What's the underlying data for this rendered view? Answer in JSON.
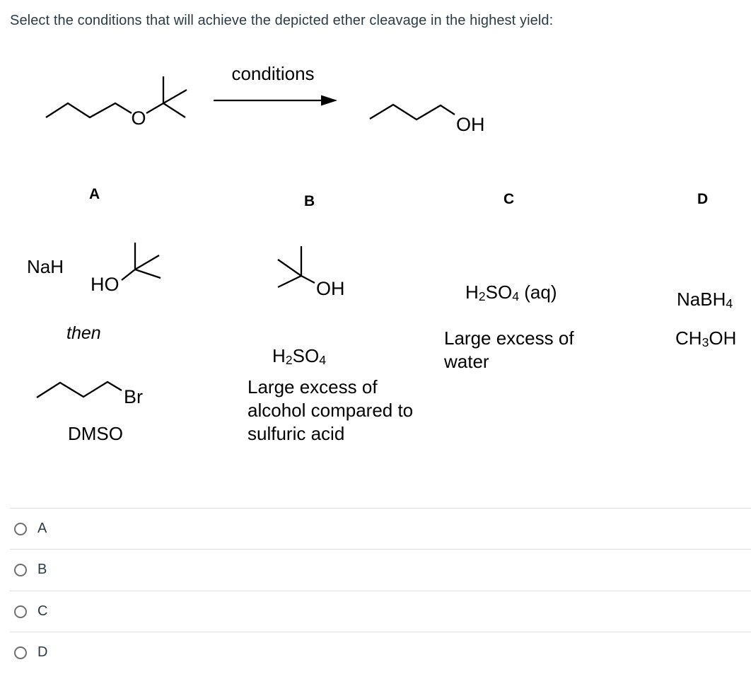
{
  "colors": {
    "heading_text": "#2d3b45",
    "chem_text": "#000000",
    "divider": "#dedede",
    "radio_border": "#6f6f6f"
  },
  "question": {
    "prompt": "Select the conditions that will achieve the depicted ether cleavage in the highest yield:"
  },
  "scheme": {
    "arrow_label": "conditions",
    "reactant": {
      "o_label": "O"
    },
    "product": {
      "oh_label": "OH"
    }
  },
  "options": {
    "a": {
      "header": "A",
      "reagent": "NaH",
      "alcohol_label": "HO",
      "sequence_word": "then",
      "halide_label": "Br",
      "solvent": "DMSO"
    },
    "b": {
      "header": "B",
      "alcohol_label": "OH",
      "acid_parts": [
        "H",
        "2",
        "SO",
        "4"
      ],
      "note": "Large excess of alcohol compared to sulfuric acid"
    },
    "c": {
      "header": "C",
      "acid_parts": [
        "H",
        "2",
        "SO",
        "4",
        " (aq)"
      ],
      "note": "Large excess of water"
    },
    "d": {
      "header": "D",
      "reagent_parts": [
        "NaBH",
        "4"
      ],
      "solvent_parts": [
        "CH",
        "3",
        "OH"
      ]
    }
  },
  "answers": [
    {
      "label": "A"
    },
    {
      "label": "B"
    },
    {
      "label": "C"
    },
    {
      "label": "D"
    }
  ]
}
